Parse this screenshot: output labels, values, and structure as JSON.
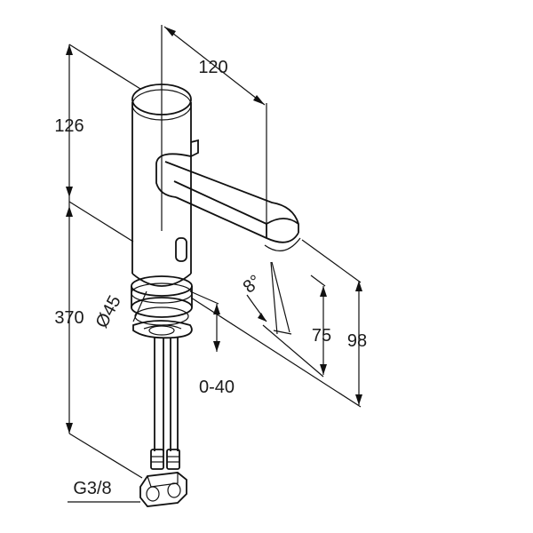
{
  "diagram": {
    "subject": "faucet",
    "dimensions": {
      "spout_reach": "120",
      "top_height": "126",
      "total_height": "370",
      "diameter": "Ø45",
      "angle": "8°",
      "spout_height": "75",
      "outlet_height": "98",
      "adjust_range": "0-40",
      "thread": "G3/8"
    }
  },
  "colors": {
    "line": "#111111",
    "background": "#ffffff"
  }
}
